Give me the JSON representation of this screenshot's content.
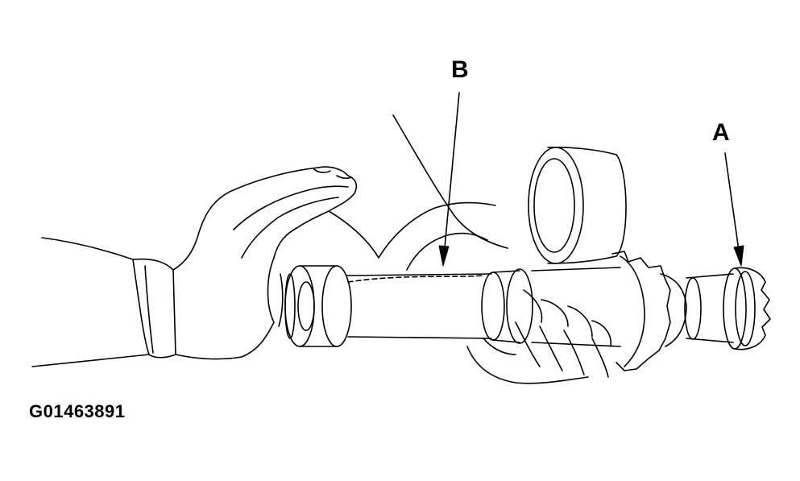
{
  "callouts": {
    "a": "A",
    "b": "B"
  },
  "figure_code": "G01463891",
  "colors": {
    "line": "#000000",
    "background": "#ffffff"
  }
}
